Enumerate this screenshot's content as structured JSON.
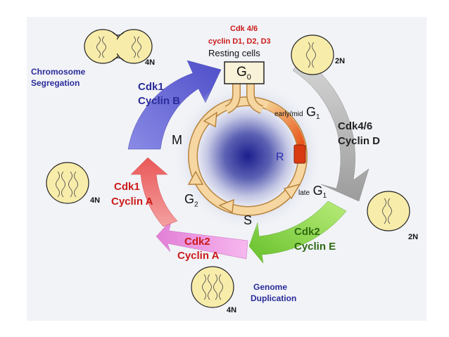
{
  "top_annotation": {
    "line1": "Cdk 4/6",
    "line2": "cyclin D1, D2, D3",
    "line3": "Resting cells"
  },
  "phases": {
    "g0": {
      "letter": "G",
      "sub": "0"
    },
    "g1_early": {
      "prefix": "early/mid",
      "letter": "G",
      "sub": "1"
    },
    "g1_late": {
      "prefix": "late",
      "letter": "G",
      "sub": "1"
    },
    "g2": {
      "letter": "G",
      "sub": "2"
    },
    "s": "S",
    "m": "M",
    "r": "R"
  },
  "complexes": {
    "cdk1_cyclin_b": {
      "line1": "Cdk1",
      "line2": "Cyclin B"
    },
    "cdk46_cyclin_d": {
      "line1": "Cdk4/6",
      "line2": "Cyclin D"
    },
    "cdk2_cyclin_e": {
      "line1": "Cdk2",
      "line2": "Cyclin E"
    },
    "cdk2_cyclin_a": {
      "line1": "Cdk2",
      "line2": "Cyclin A"
    },
    "cdk1_cyclin_a": {
      "line1": "Cdk1",
      "line2": "Cyclin A"
    }
  },
  "processes": {
    "segregation": {
      "line1": "Chromosome",
      "line2": "Segregation"
    },
    "duplication": {
      "line1": "Genome",
      "line2": "Duplication"
    }
  },
  "ploidy": {
    "top_left": "4N",
    "top_right": "2N",
    "left": "4N",
    "right": "2N",
    "bottom": "4N"
  },
  "colors": {
    "cyclin_b_arrow": "#6a6ad6",
    "cyclin_d_arrow": "#a8a8a8",
    "cyclin_e_arrow": "#8fd94a",
    "cyclin_a2_arrow": "#ec90e0",
    "cyclin_a1_arrow": "#ee6a6a",
    "ring": "#f3c98a",
    "restriction": "#d93a12",
    "cell": "#f8ecaa",
    "blue_text": "#2b2b9a",
    "red_text": "#cc1a1a",
    "green_text": "#2f6a12"
  }
}
